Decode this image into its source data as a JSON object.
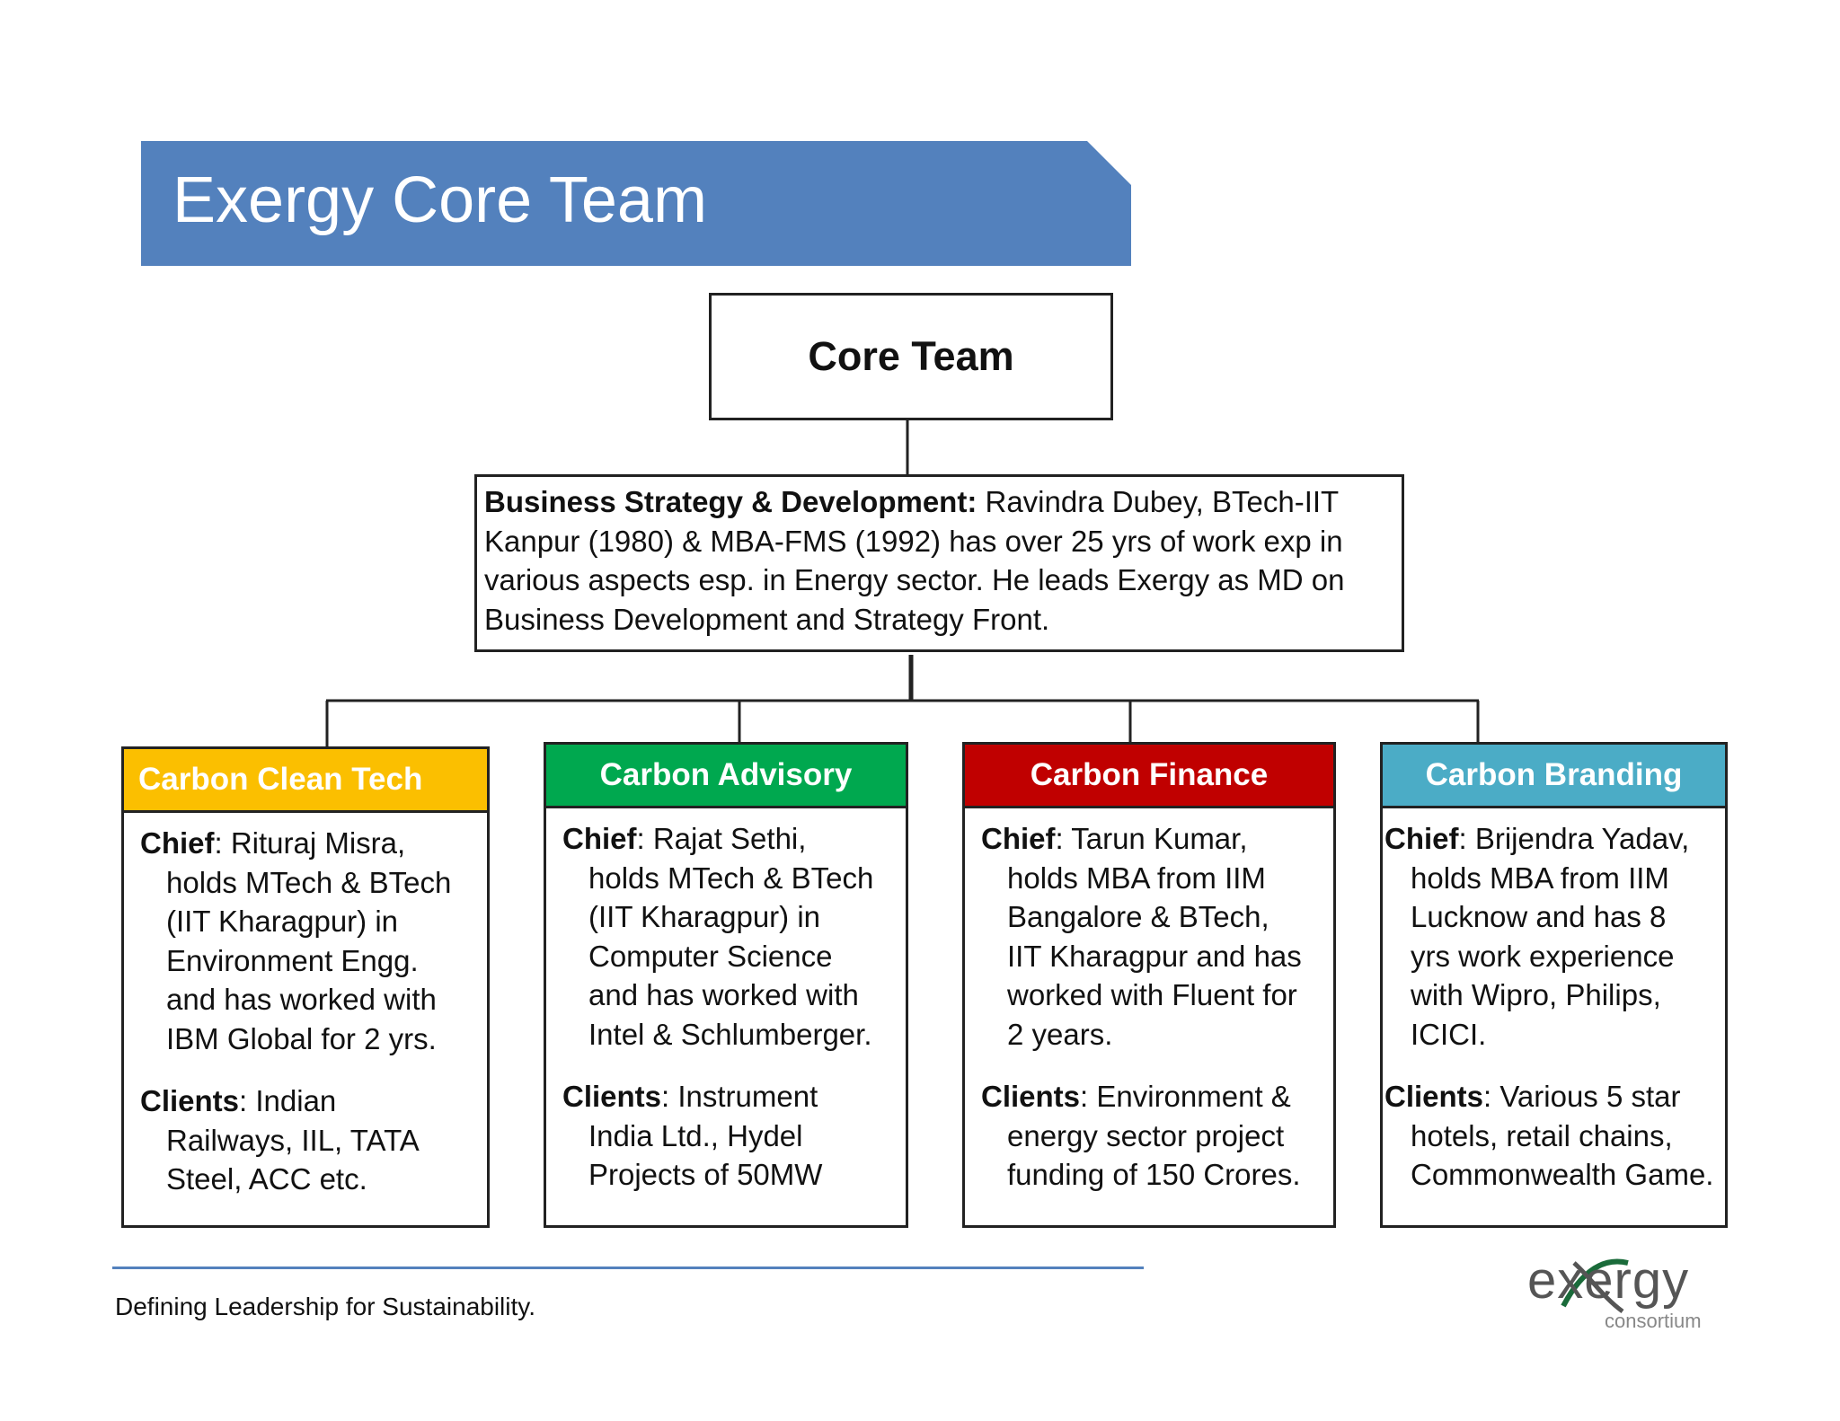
{
  "title": "Exergy Core Team",
  "core_box": "Core Team",
  "bsd": {
    "label": "Business Strategy & Development:",
    "text": " Ravindra Dubey, BTech-IIT Kanpur (1980) & MBA-FMS (1992) has over 25 yrs of work exp in various aspects esp. in Energy sector. He leads Exergy as MD on Business Development and Strategy Front."
  },
  "divisions": [
    {
      "name": "Carbon Clean Tech",
      "color": "#fbbf00",
      "chief_label": "Chief",
      "chief_first": ": Rituraj Misra,",
      "chief_rest": [
        "holds MTech & BTech",
        "(IIT Kharagpur) in",
        "Environment Engg.",
        "and has worked with",
        "IBM Global for 2 yrs."
      ],
      "clients_label": "Clients",
      "clients_first": ": Indian",
      "clients_rest": [
        "Railways, IIL, TATA",
        "Steel, ACC etc."
      ]
    },
    {
      "name": "Carbon Advisory",
      "color": "#00a84f",
      "chief_label": "Chief",
      "chief_first": ": Rajat Sethi,",
      "chief_rest": [
        "holds MTech & BTech",
        "(IIT Kharagpur) in",
        "Computer Science",
        "and has worked with",
        "Intel & Schlumberger."
      ],
      "clients_label": "Clients",
      "clients_first": ": Instrument",
      "clients_rest": [
        "India Ltd., Hydel",
        "Projects of 50MW"
      ]
    },
    {
      "name": "Carbon Finance",
      "color": "#c00000",
      "chief_label": "Chief",
      "chief_first": ": Tarun Kumar,",
      "chief_rest": [
        "holds MBA from IIM",
        "Bangalore & BTech,",
        "IIT Kharagpur and has",
        "worked with Fluent for",
        "2 years."
      ],
      "clients_label": "Clients",
      "clients_first": ": Environment &",
      "clients_rest": [
        "energy sector project",
        "funding of 150 Crores."
      ]
    },
    {
      "name": "Carbon Branding",
      "color": "#4bacc6",
      "chief_label": "Chief",
      "chief_first": ": Brijendra Yadav,",
      "chief_rest": [
        "holds MBA from IIM",
        "Lucknow and has 8",
        "yrs work experience",
        "with Wipro, Philips,",
        "ICICI."
      ],
      "clients_label": "Clients",
      "clients_first": ": Various 5 star",
      "clients_rest": [
        "hotels, retail chains,",
        "Commonwealth Game."
      ]
    }
  ],
  "tagline": "Defining Leadership for Sustainability.",
  "logo": {
    "word": "exergy",
    "sub": "consortium"
  }
}
